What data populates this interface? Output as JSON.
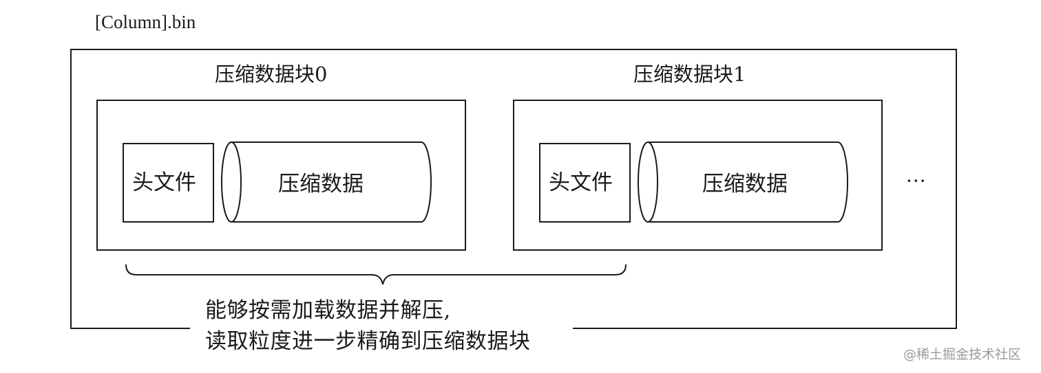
{
  "file": {
    "name": "[Column].bin"
  },
  "blocks": [
    {
      "title": "压缩数据块0",
      "header_label": "头文件",
      "data_label": "压缩数据"
    },
    {
      "title": "压缩数据块1",
      "header_label": "头文件",
      "data_label": "压缩数据"
    }
  ],
  "continuation": "···",
  "annotation": {
    "line1": "能够按需加载数据并解压,",
    "line2": "读取粒度进一步精确到压缩数据块"
  },
  "watermark": "@稀土掘金技术社区",
  "colors": {
    "line": "#1a1a1a",
    "background": "#ffffff",
    "watermark": "#9a9a9a"
  }
}
